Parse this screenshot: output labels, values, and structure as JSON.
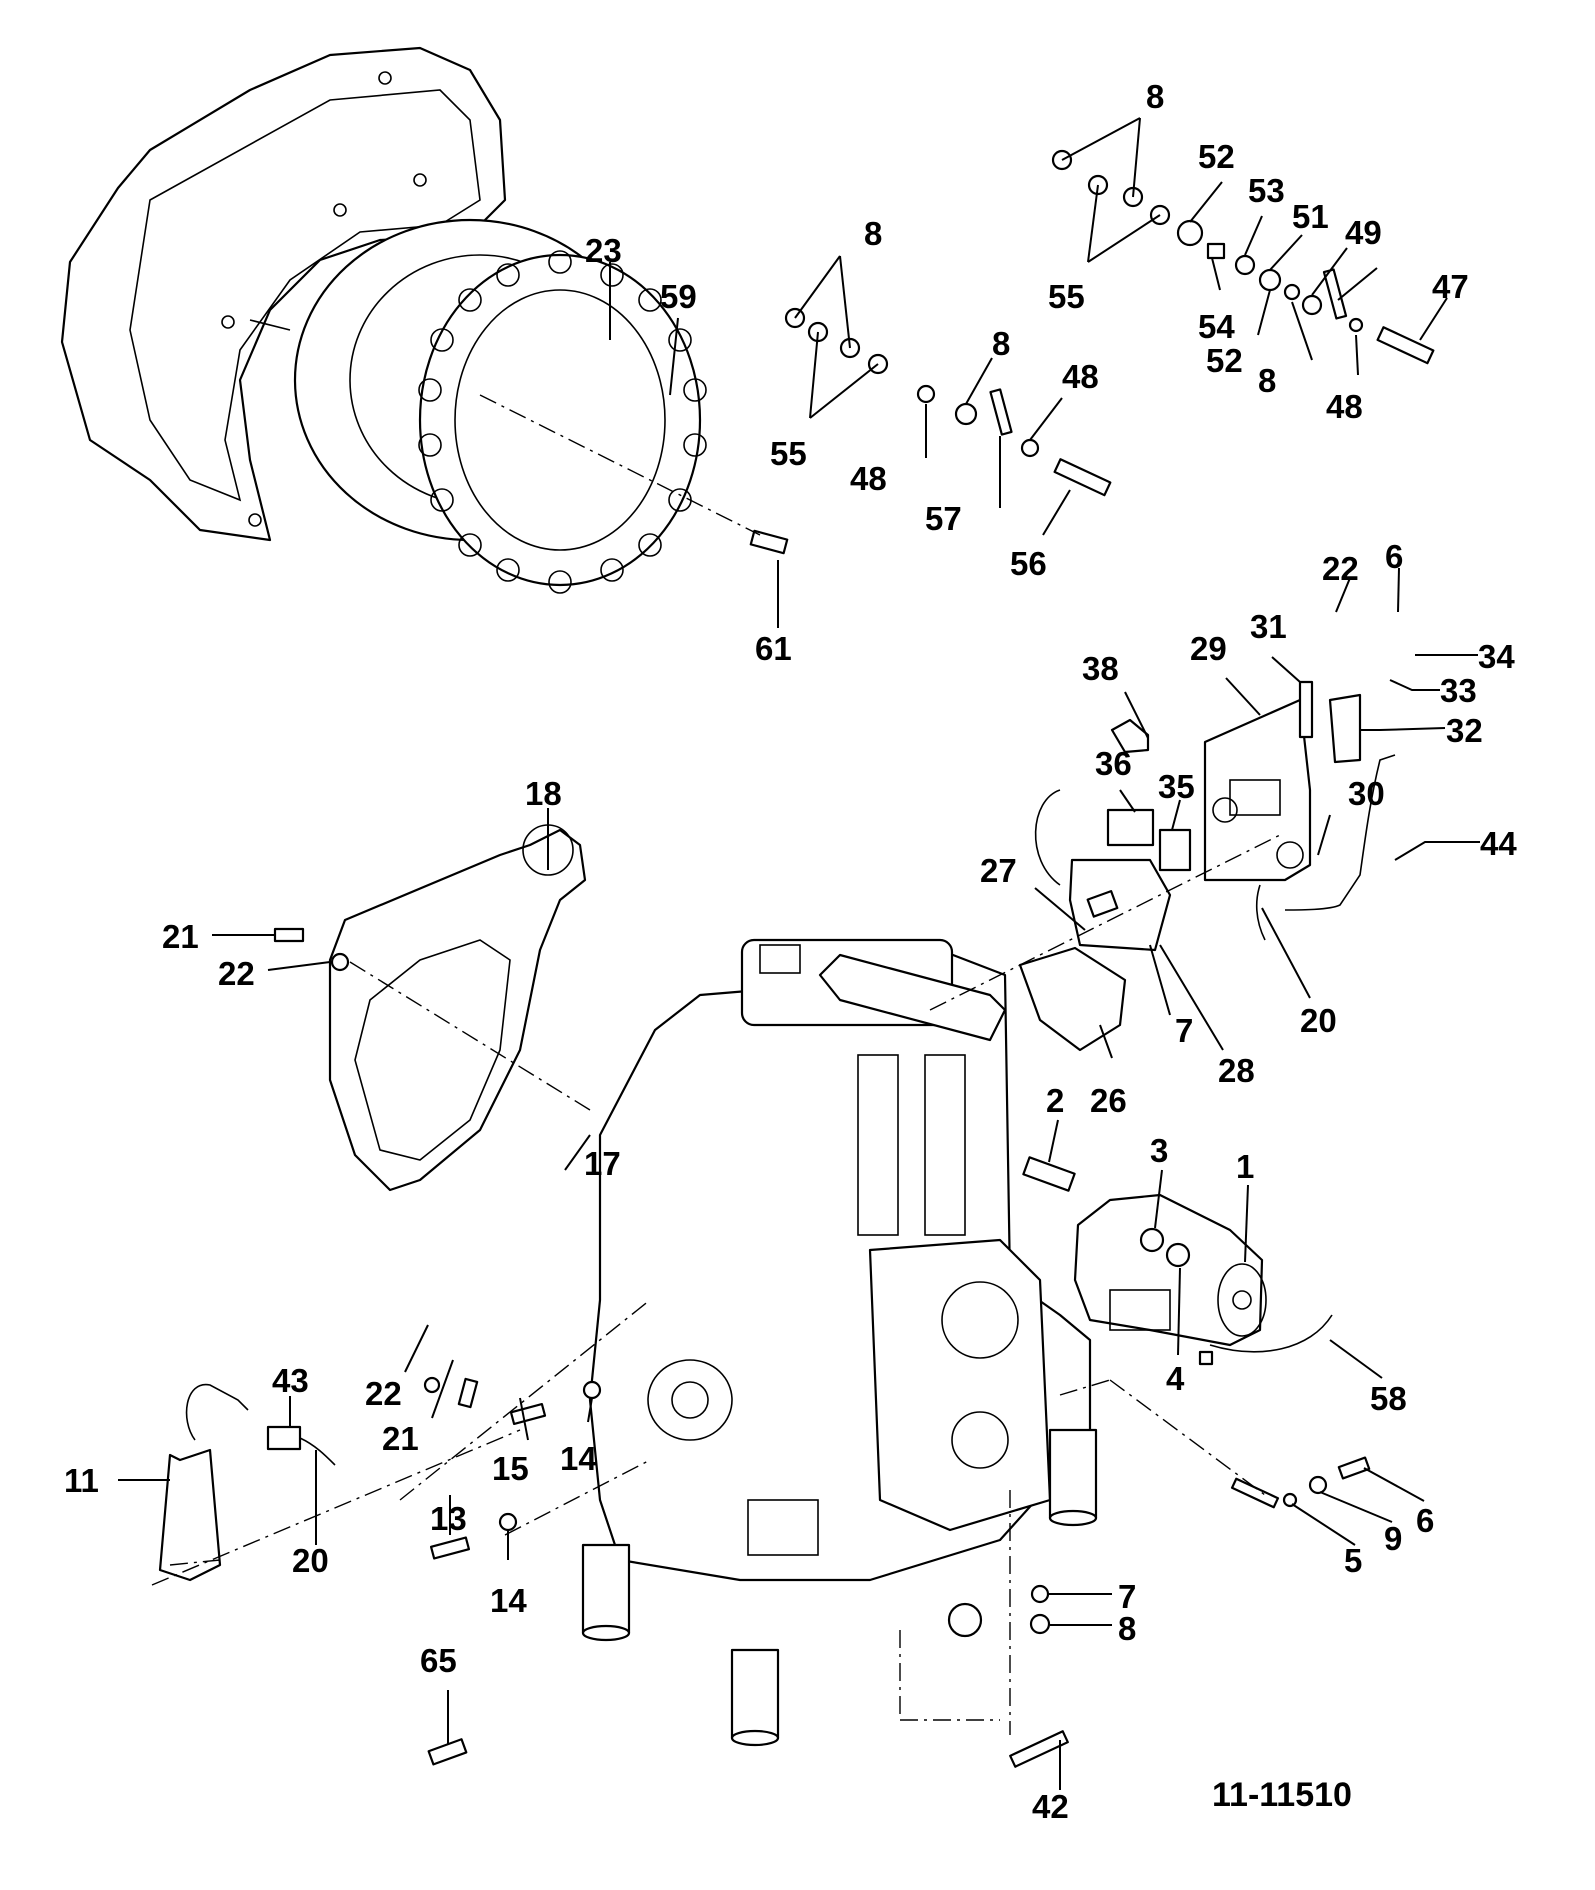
{
  "figure_ref": "11-11510",
  "callouts": {
    "c1": "1",
    "c2": "2",
    "c3": "3",
    "c4": "4",
    "c5": "5",
    "c6a": "6",
    "c6b": "6",
    "c7a": "7",
    "c7b": "7",
    "c8a": "8",
    "c8b": "8",
    "c8c": "8",
    "c8d": "8",
    "c8e": "8",
    "c9": "9",
    "c11": "11",
    "c13": "13",
    "c14a": "14",
    "c14b": "14",
    "c15": "15",
    "c17": "17",
    "c18": "18",
    "c20a": "20",
    "c20b": "20",
    "c21a": "21",
    "c21b": "21",
    "c22a": "22",
    "c22b": "22",
    "c22c": "22",
    "c23": "23",
    "c26": "26",
    "c27": "27",
    "c28": "28",
    "c29": "29",
    "c30": "30",
    "c31": "31",
    "c32": "32",
    "c33": "33",
    "c34": "34",
    "c35": "35",
    "c36": "36",
    "c38": "38",
    "c42": "42",
    "c43": "43",
    "c44": "44",
    "c47": "47",
    "c48a": "48",
    "c48b": "48",
    "c48c": "48",
    "c49": "49",
    "c51": "51",
    "c52a": "52",
    "c52b": "52",
    "c53": "53",
    "c54": "54",
    "c55a": "55",
    "c55b": "55",
    "c56": "56",
    "c57": "57",
    "c58": "58",
    "c59": "59",
    "c61": "61",
    "c65": "65"
  }
}
